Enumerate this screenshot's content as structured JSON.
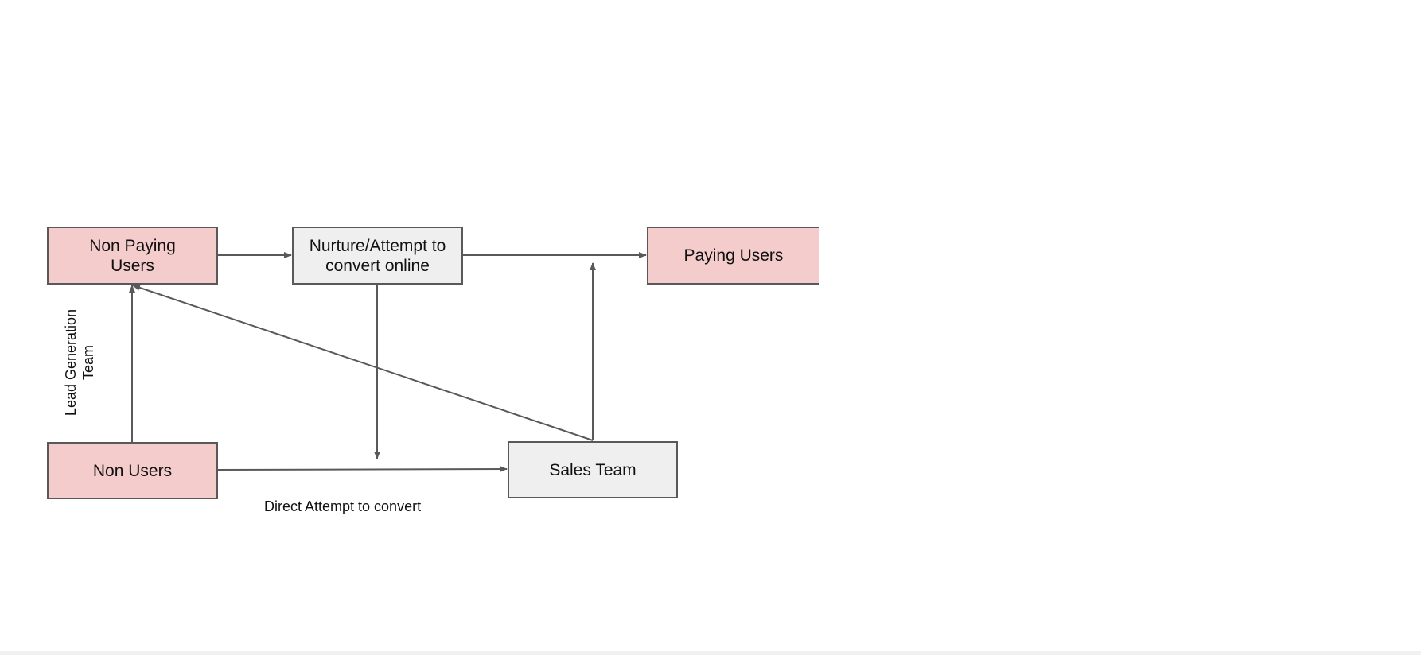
{
  "diagram": {
    "nodes": {
      "non_paying_users": "Non Paying Users",
      "nurture": "Nurture/Attempt to convert online",
      "paying_users": "Paying Users",
      "non_users": "Non Users",
      "sales_team": "Sales Team"
    },
    "labels": {
      "lead_generation": "Lead Generation Team",
      "direct_attempt": "Direct Attempt to convert"
    },
    "colors": {
      "pink": "#f4cccc",
      "gray": "#efefef",
      "stroke": "#595959"
    }
  }
}
